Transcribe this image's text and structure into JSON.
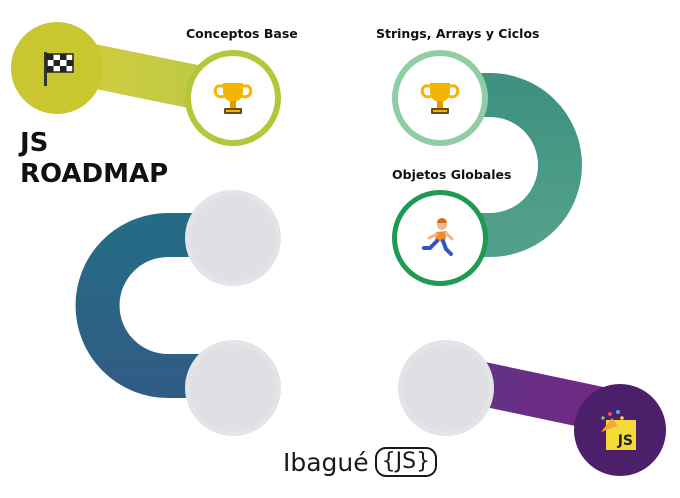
{
  "title": {
    "line1": "JS",
    "line2": "ROADMAP"
  },
  "milestones": [
    {
      "label": "Conceptos Base",
      "icon": "trophy-icon",
      "glyph": "🏆",
      "status": "completed",
      "ring_color": "#b5c63a"
    },
    {
      "label": "Strings, Arrays y Ciclos",
      "icon": "trophy-icon",
      "glyph": "🏆",
      "status": "completed",
      "ring_color": "#8fcea4"
    },
    {
      "label": "Objetos Globales",
      "icon": "runner-icon",
      "glyph": "🏃",
      "status": "in-progress",
      "ring_color": "#1f9a52"
    },
    {
      "label": "",
      "icon": "",
      "glyph": "",
      "status": "pending",
      "ring_color": "#e3e4e8"
    },
    {
      "label": "",
      "icon": "",
      "glyph": "",
      "status": "pending",
      "ring_color": "#e3e4e8"
    },
    {
      "label": "",
      "icon": "",
      "glyph": "",
      "status": "pending",
      "ring_color": "#e3e4e8"
    }
  ],
  "start": {
    "icon": "checkered-flag-icon",
    "glyph": "🏁",
    "color": "#c9c62f"
  },
  "finish": {
    "icon": "party-popper-icon",
    "badge_text": "JS",
    "color": "#4c1f6a",
    "badge_color": "#f4d938"
  },
  "brand": {
    "name": "Ibagué",
    "badge": "{JS}"
  },
  "colors": {
    "path": [
      "#c7cc3f",
      "#9ac272",
      "#53998a",
      "#14707e",
      "#2f5a82",
      "#553f86",
      "#6e2b86"
    ]
  }
}
